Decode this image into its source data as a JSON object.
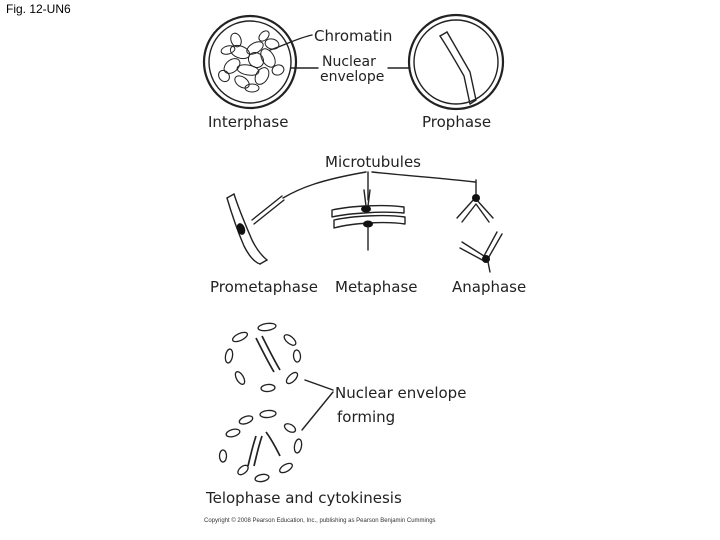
{
  "figure": {
    "label": "Fig. 12-UN6"
  },
  "labels": {
    "chromatin": "Chromatin",
    "nuclear_envelope_line1": "Nuclear",
    "nuclear_envelope_line2": "envelope",
    "interphase": "Interphase",
    "prophase": "Prophase",
    "microtubules": "Microtubules",
    "prometaphase": "Prometaphase",
    "metaphase": "Metaphase",
    "anaphase": "Anaphase",
    "nuclear_envelope_forming_line1": "Nuclear envelope",
    "nuclear_envelope_forming_line2": "forming",
    "telophase": "Telophase and cytokinesis"
  },
  "copyright": "Copyright © 2008 Pearson Education, Inc., publishing as Pearson Benjamin Cummings"
}
